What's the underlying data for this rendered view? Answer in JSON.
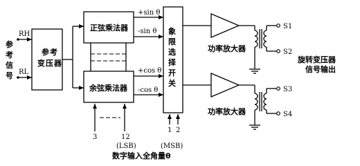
{
  "inputs": {
    "side_label_chars": [
      "参",
      "考",
      "信",
      "号"
    ],
    "rh": "RH",
    "rl": "RL"
  },
  "blocks": {
    "ref_transformer_chars": [
      "参",
      "考",
      "变",
      "压",
      "器"
    ],
    "sine_multiplier": "正弦乘法器",
    "cosine_multiplier": "余弦乘法器",
    "quadrant_switch_chars": [
      "象",
      "限",
      "选",
      "择",
      "开",
      "关"
    ],
    "power_amp_top": "功率放大器",
    "power_amp_bottom": "功率放大器"
  },
  "signals": {
    "plus_sin": "+sin θ",
    "minus_sin": "-sin θ",
    "plus_cos": "+cos θ",
    "minus_cos": "-cos θ"
  },
  "outputs": {
    "s1": "S1",
    "s2": "S2",
    "s3": "S3",
    "s4": "S4",
    "label_line1": "旋转变压器",
    "label_line2": "信号输出"
  },
  "digital": {
    "pin_3": "3",
    "pin_12": "12",
    "pin_1": "1",
    "pin_2": "2",
    "lsb": "(LSB)",
    "msb": "(MSB)",
    "caption": "数字输入全角量θ"
  }
}
